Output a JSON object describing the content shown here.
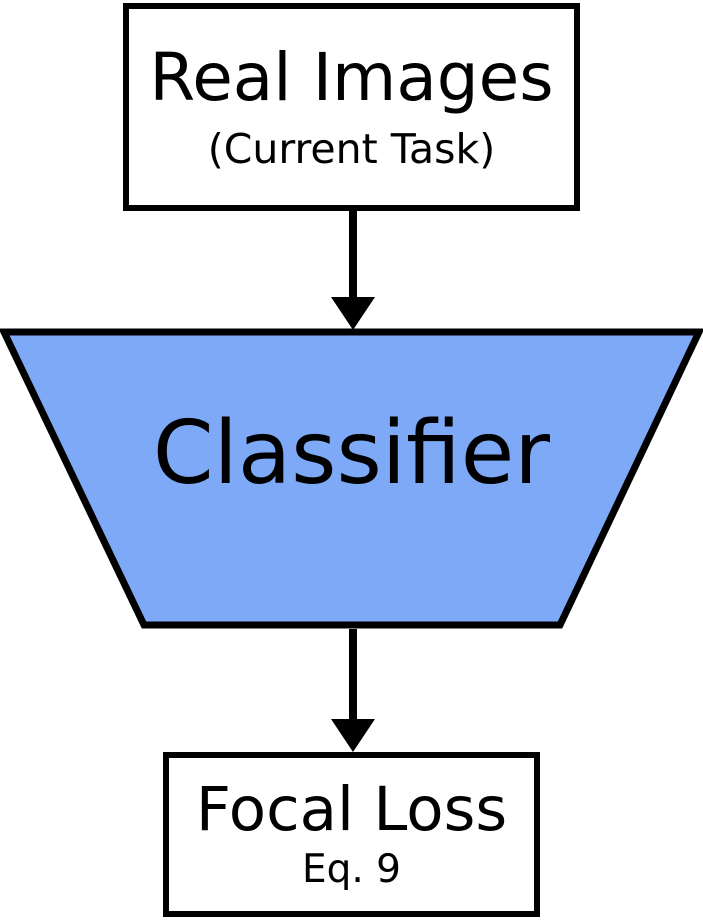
{
  "diagram": {
    "nodes": {
      "real_images": {
        "title": "Real Images",
        "subtitle": "(Current Task)",
        "shape": "rectangle"
      },
      "classifier": {
        "title": "Classifier",
        "shape": "inverted-trapezoid"
      },
      "focal_loss": {
        "title": "Focal Loss",
        "subtitle": "Eq. 9",
        "shape": "rectangle"
      }
    },
    "edges": [
      {
        "from": "real_images",
        "to": "classifier",
        "style": "arrow-down"
      },
      {
        "from": "classifier",
        "to": "focal_loss",
        "style": "arrow-down"
      }
    ],
    "colors": {
      "classifier_fill": "#7DA9F7",
      "outline": "#000000",
      "arrow": "#000000",
      "text": "#000000",
      "background": "#FFFFFF"
    }
  }
}
